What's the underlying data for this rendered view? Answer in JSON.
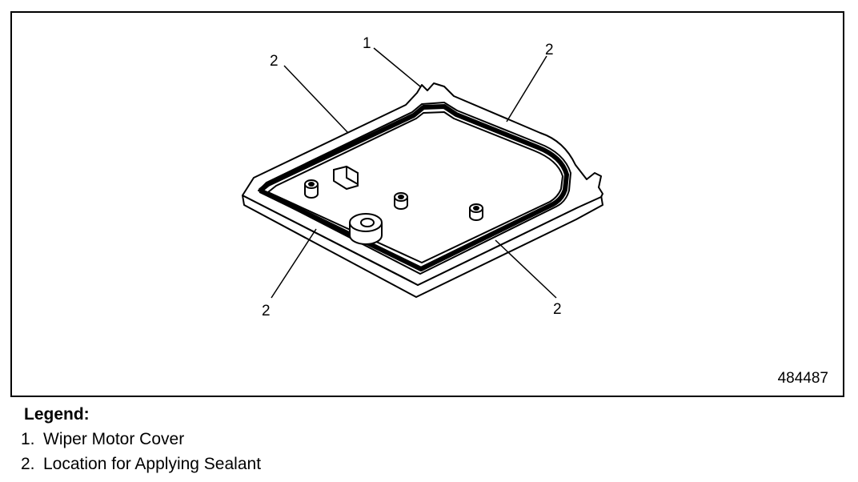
{
  "figure": {
    "id": "484487",
    "callouts": [
      {
        "number": "1"
      },
      {
        "number": "2"
      },
      {
        "number": "2"
      },
      {
        "number": "2"
      },
      {
        "number": "2"
      }
    ]
  },
  "legend": {
    "title": "Legend:",
    "items": [
      {
        "number": "1.",
        "label": "Wiper Motor Cover"
      },
      {
        "number": "2.",
        "label": "Location for Applying Sealant"
      }
    ]
  }
}
